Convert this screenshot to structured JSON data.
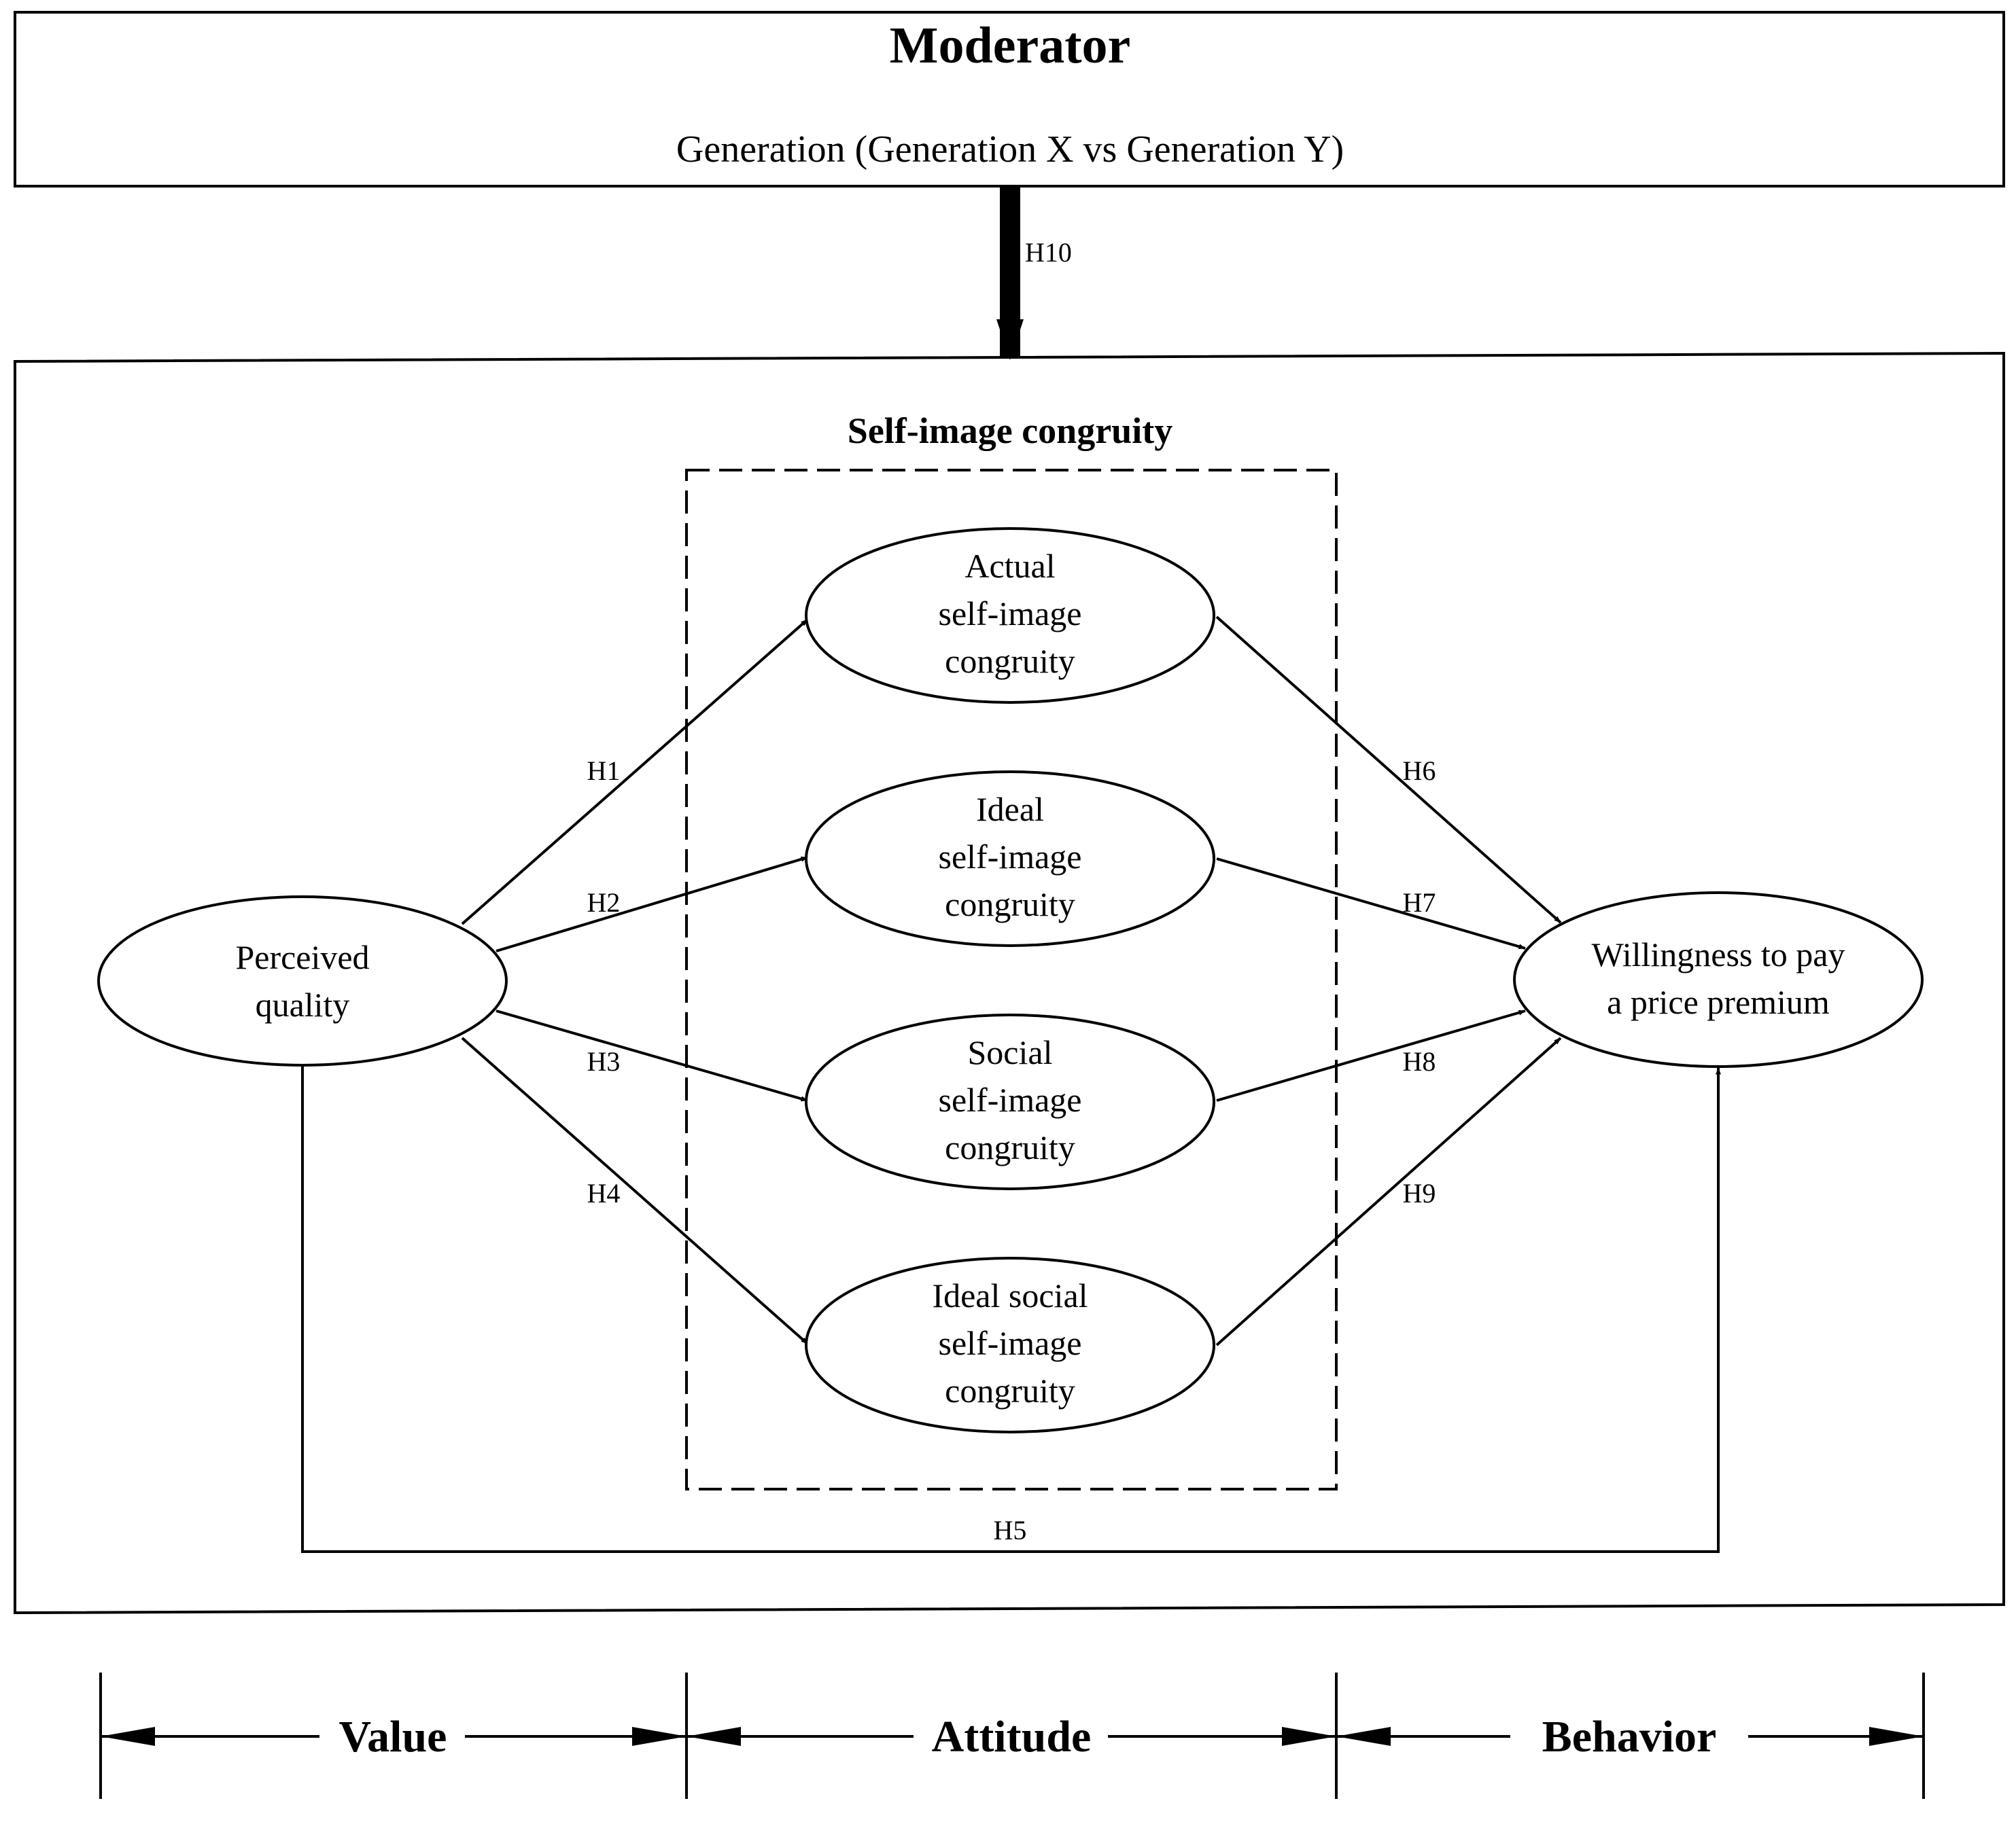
{
  "moderator": {
    "title": "Moderator",
    "subtitle": "Generation (Generation X vs Generation Y)",
    "arrow_label": "H10"
  },
  "group": {
    "title": "Self-image congruity"
  },
  "nodes": {
    "perceived": [
      "Perceived",
      "quality"
    ],
    "actual": [
      "Actual",
      "self-image",
      "congruity"
    ],
    "ideal": [
      "Ideal",
      "self-image",
      "congruity"
    ],
    "social": [
      "Social",
      "self-image",
      "congruity"
    ],
    "ideal_social": [
      "Ideal social",
      "self-image",
      "congruity"
    ],
    "willingness": [
      "Willingness to pay",
      "a price premium"
    ]
  },
  "hypotheses": {
    "h1": "H1",
    "h2": "H2",
    "h3": "H3",
    "h4": "H4",
    "h5": "H5",
    "h6": "H6",
    "h7": "H7",
    "h8": "H8",
    "h9": "H9"
  },
  "stages": {
    "value": "Value",
    "attitude": "Attitude",
    "behavior": "Behavior"
  }
}
